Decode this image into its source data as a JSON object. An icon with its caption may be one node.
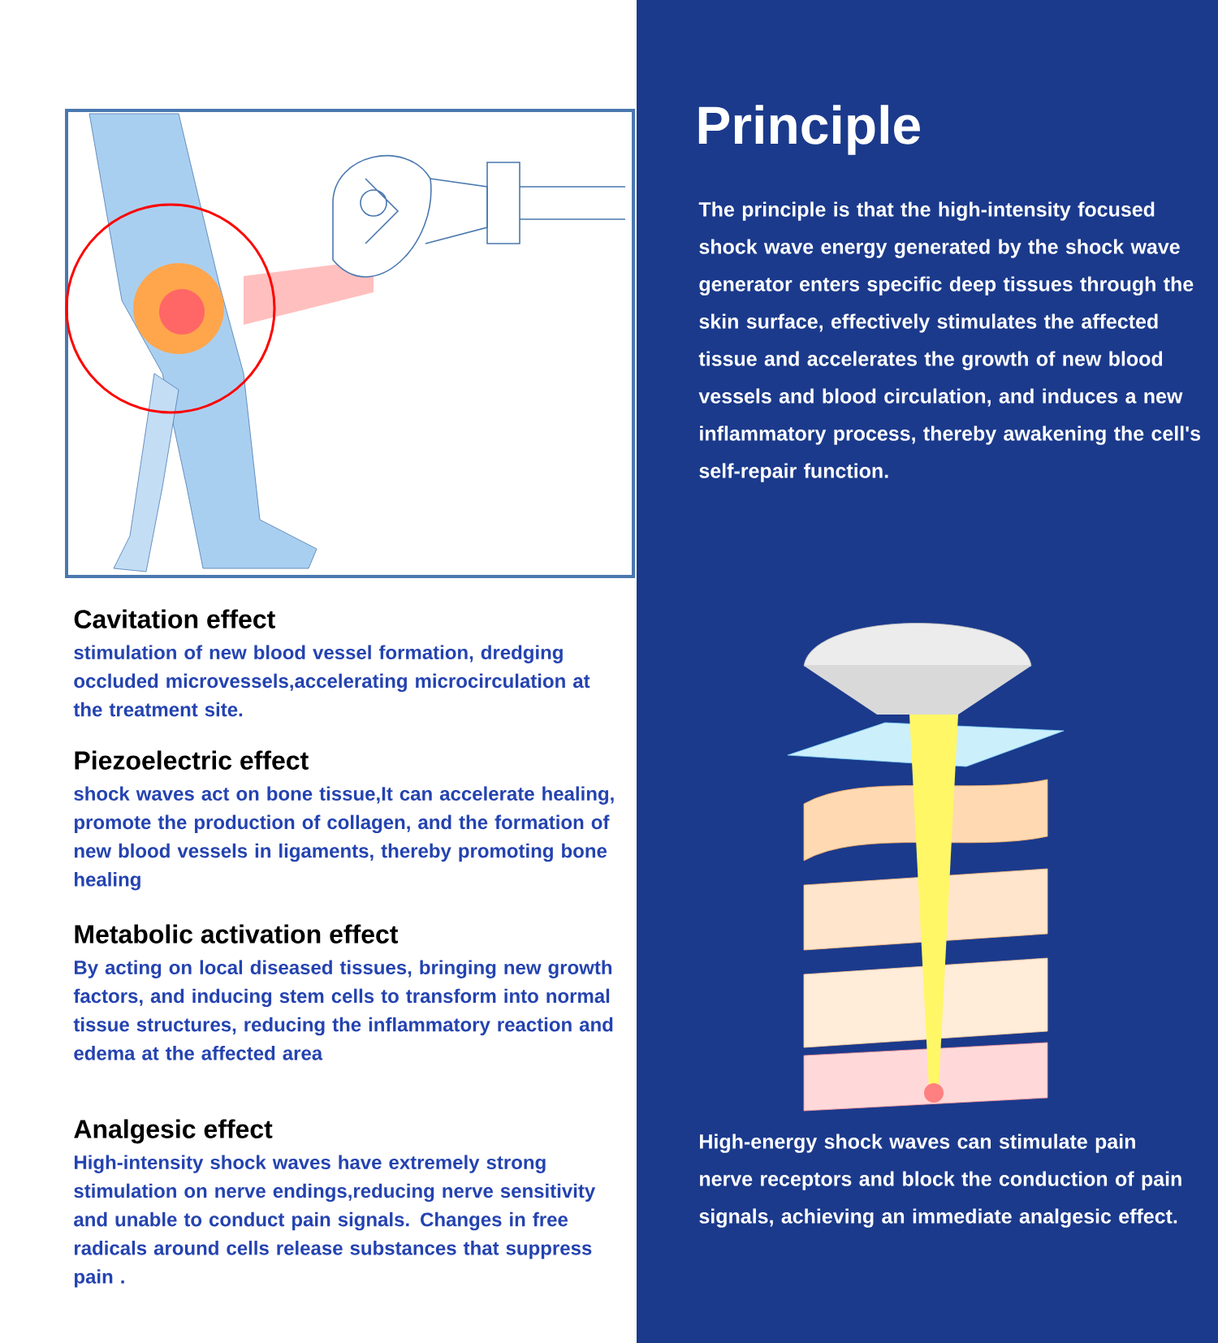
{
  "diagram": {
    "title": "Principle",
    "labels": [
      "The principle is that the high-intensity focused shock wave energy generated by the shock wave generator enters specific deep tissues through the skin surface, effectively stimulates the affected tissue and accelerates the growth of new blood vessels and blood circulation, and induces a new inflammatory process, thereby awakening the cell's self-repair function.",
      "Cavitation effect",
      "stimulation of new blood vessel formation, dredging occluded microvessels,accelerating microcirculation at the treatment site.",
      "Piezoelectric effect",
      "shock waves act on bone tissue,It can accelerate healing, promote the production of collagen, and the formation of new blood vessels in ligaments, thereby promoting bone healing",
      "Metabolic activation effect",
      "By acting on local diseased tissues, bringing new growth factors, and inducing stem cells to transform into normal tissue structures, reducing the inflammatory reaction and edema at the affected area",
      "Analgesic effect",
      "High-intensity shock waves have extremely strong stimulation on nerve endings,reducing nerve sensitivity and unable to conduct pain signals. Changes in free radicals around cells release substances that suppress pain .",
      "High-energy shock waves can stimulate pain nerve receptors and block the conduction of pain signals, achieving an immediate analgesic effect."
    ]
  }
}
